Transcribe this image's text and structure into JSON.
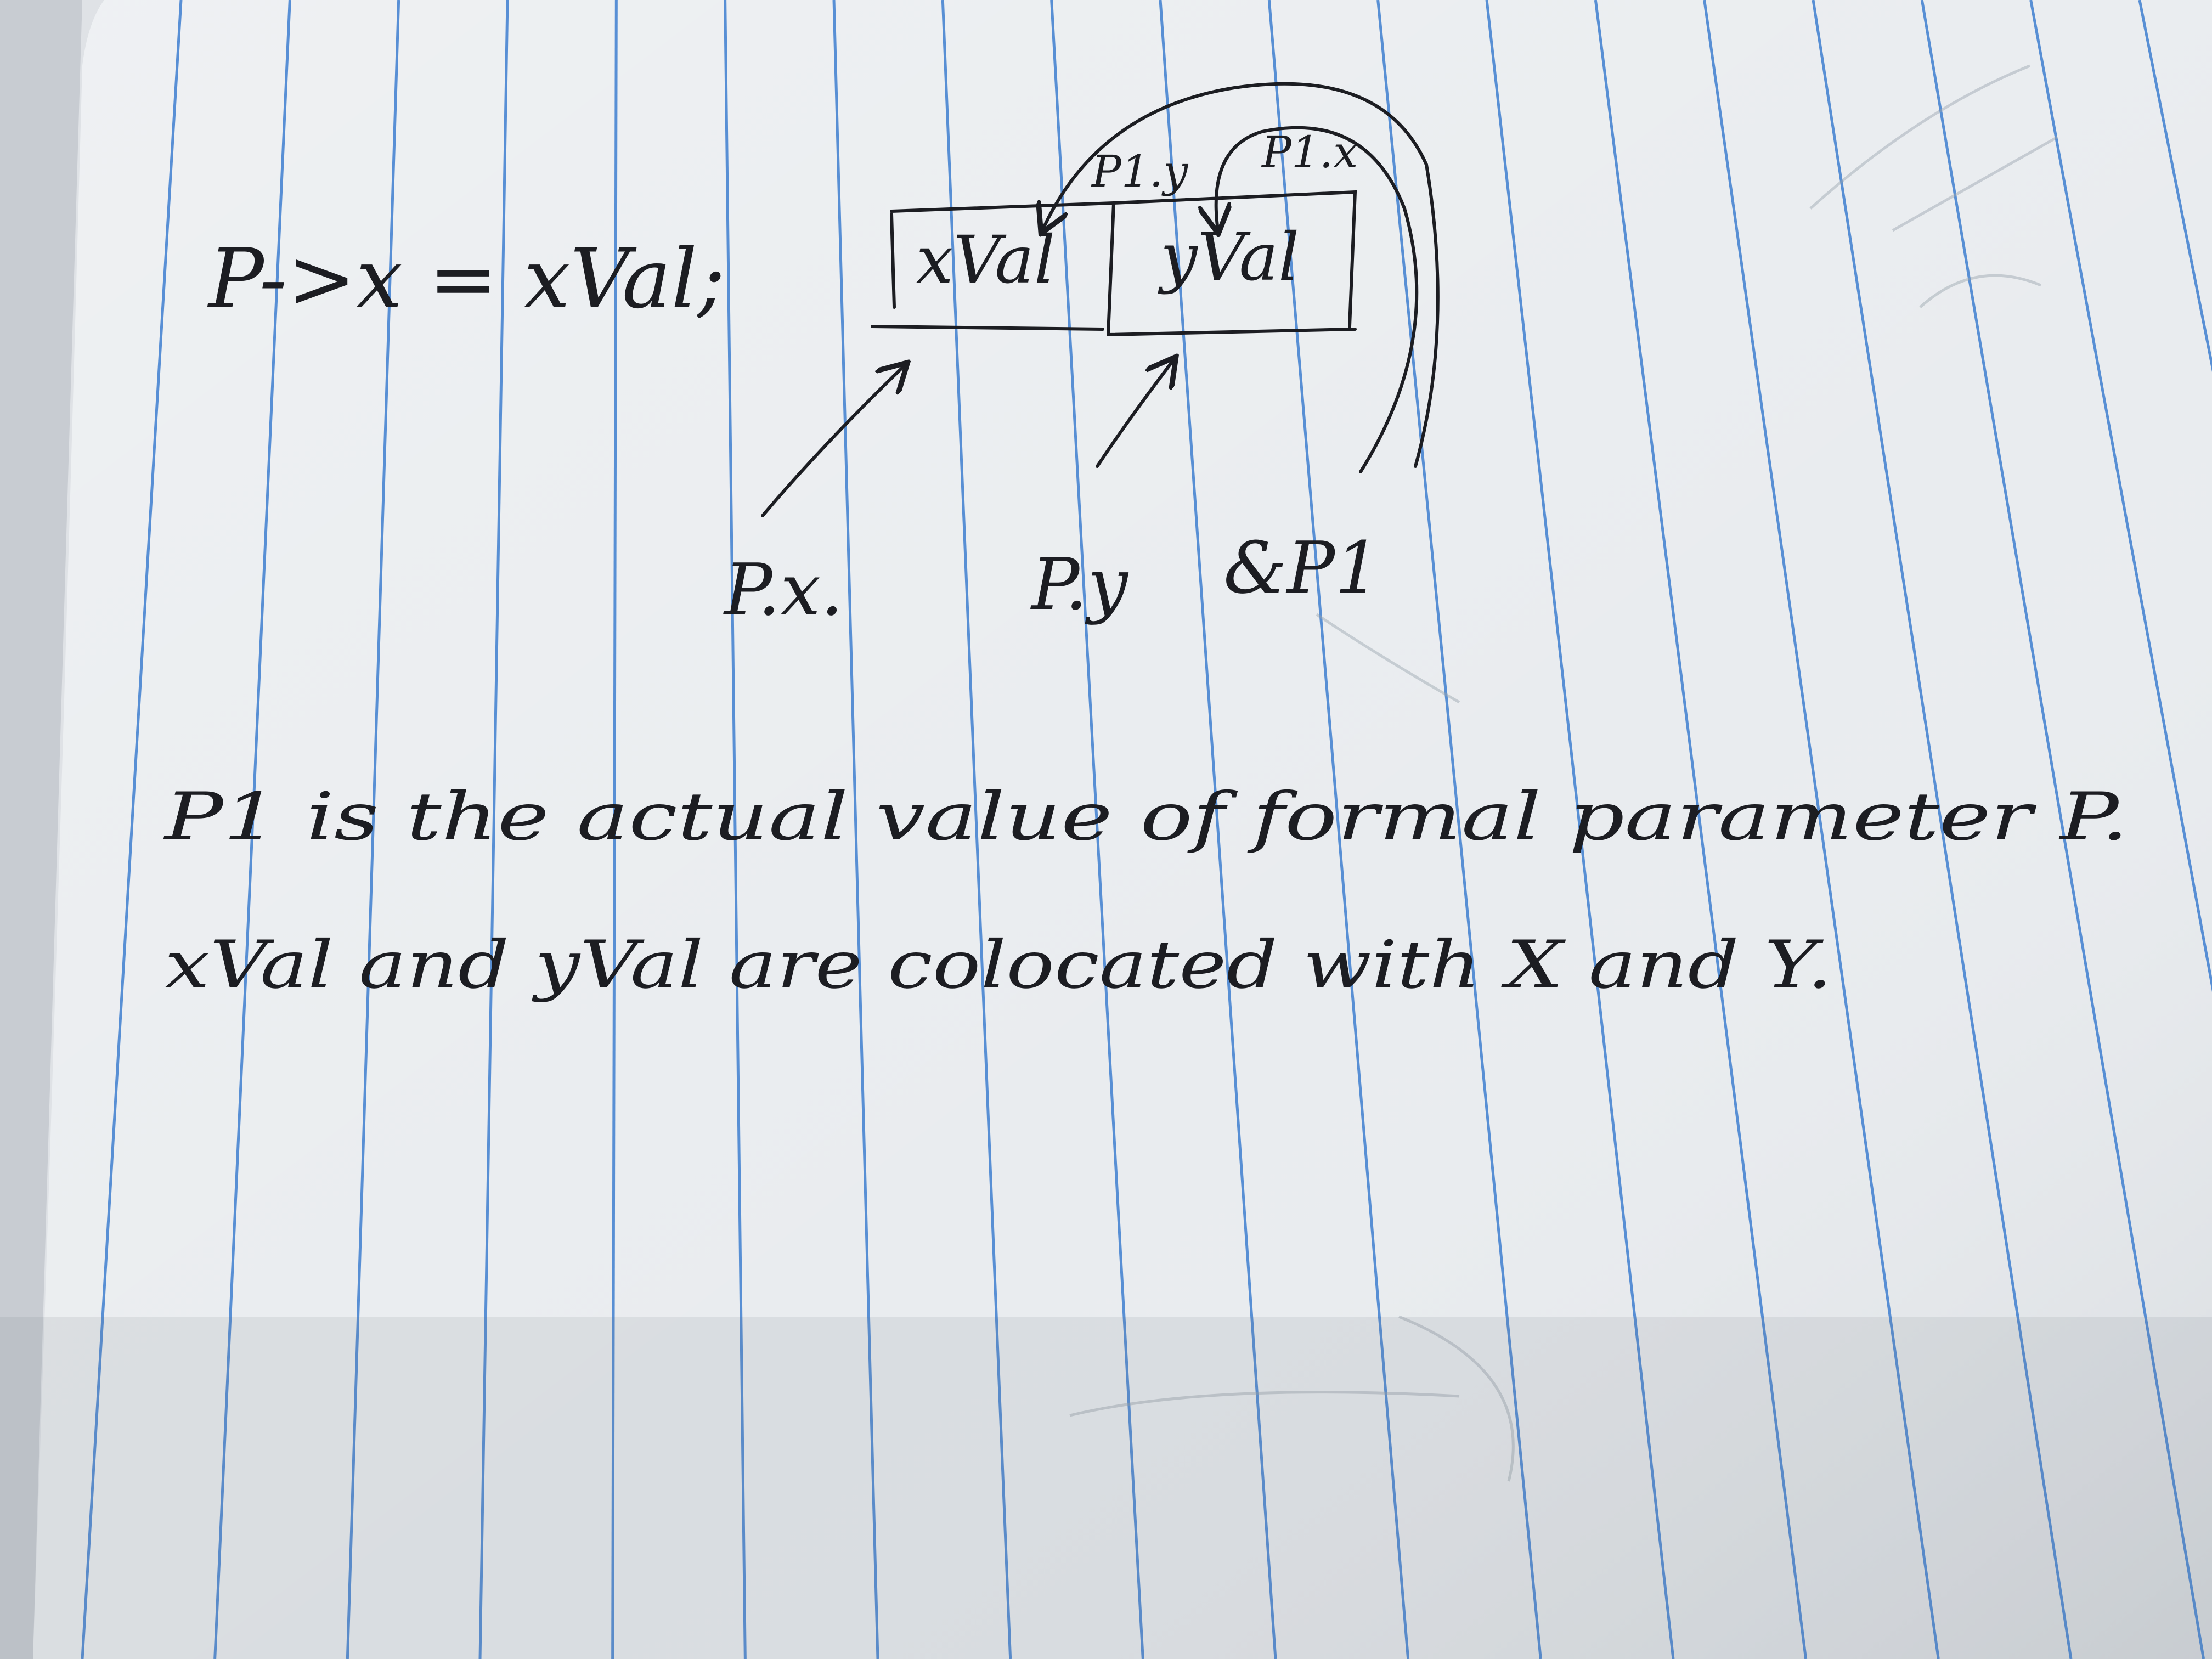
{
  "notebook": {
    "paper_color": "#e9ecef",
    "rule_color": "#3f7fd0",
    "ink_color": "#1c1d22"
  },
  "note": {
    "code_line": "P->x = xVal;",
    "diagram": {
      "cell_left": "xVal",
      "cell_right": "yVal",
      "arrow_label_left": "P1.y",
      "arrow_label_right": "P1.x",
      "pointer_label_1": "P.x.",
      "pointer_label_2": "P.y",
      "pointer_label_3": "&P1"
    },
    "sentence_1": "P1 is the actual value of formal parameter P.",
    "sentence_2": "xVal and yVal are colocated with X and Y."
  }
}
